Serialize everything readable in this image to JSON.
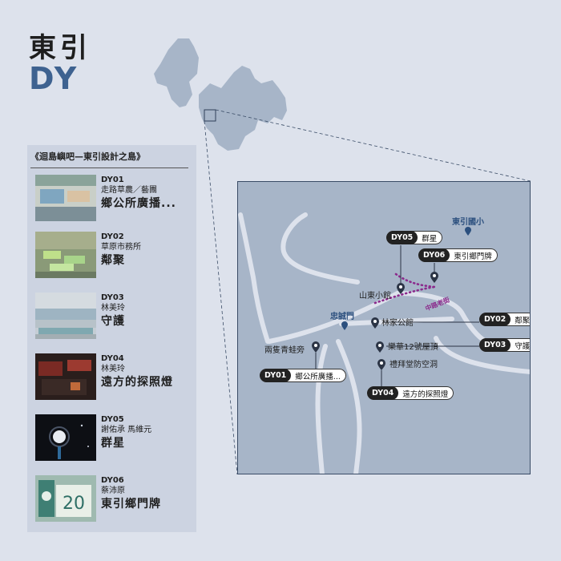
{
  "header": {
    "title": "東引",
    "subtitle": "DY"
  },
  "list": {
    "heading": "《迴島嶼吧—東引設計之島》",
    "items": [
      {
        "code": "DY01",
        "author": "走路草農／藝團",
        "work": "鄉公所廣播..."
      },
      {
        "code": "DY02",
        "author": "草原市務所",
        "work": "鄰聚"
      },
      {
        "code": "DY03",
        "author": "林美玲",
        "work": "守護"
      },
      {
        "code": "DY04",
        "author": "林美玲",
        "work": "遠方的探照燈"
      },
      {
        "code": "DY05",
        "author": "謝佑承 馬維元",
        "work": "群星"
      },
      {
        "code": "DY06",
        "author": "蔡沛原",
        "work": "東引鄉門牌"
      }
    ]
  },
  "map": {
    "places": {
      "school": "東引國小",
      "gate": "忠誠門",
      "street": "中路老街",
      "shandong": "山東小館",
      "lin": "林家公館",
      "roof": "樂華12號屋頂",
      "shelter": "禮拜堂防空洞",
      "frog": "兩隻青蛙旁"
    },
    "pins": [
      {
        "code": "DY05",
        "label": "群星"
      },
      {
        "code": "DY06",
        "label": "東引鄉門牌"
      },
      {
        "code": "DY02",
        "label": "鄰聚"
      },
      {
        "code": "DY03",
        "label": "守護"
      },
      {
        "code": "DY01",
        "label": "鄉公所廣播..."
      },
      {
        "code": "DY04",
        "label": "遠方的探照燈"
      }
    ]
  },
  "colors": {
    "background": "#dde2ec",
    "island": "#a7b5c8",
    "title_blue": "#3e6290",
    "route": "#8b2a8c",
    "road": "#dde2ec"
  }
}
